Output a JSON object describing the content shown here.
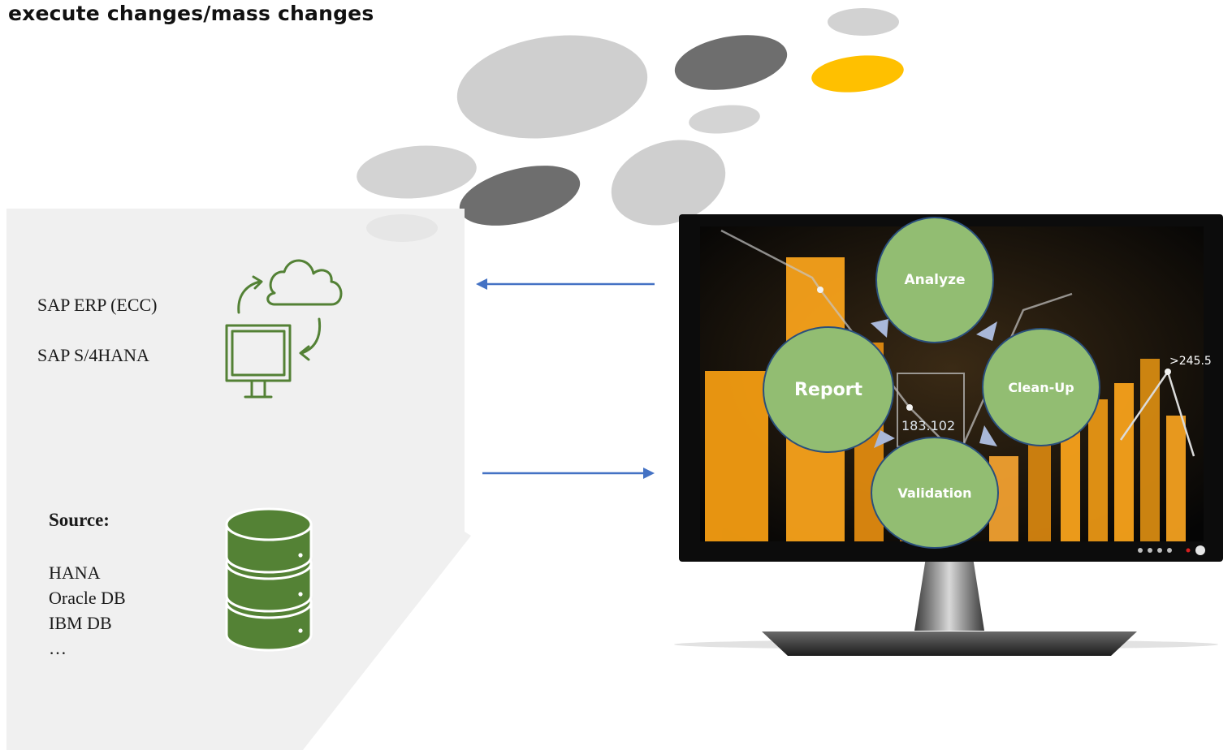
{
  "title": "execute changes/mass changes",
  "systems": {
    "items": [
      "SAP ERP (ECC)",
      "SAP S/4HANA"
    ]
  },
  "source": {
    "heading": "Source:",
    "items": [
      "HANA",
      "Oracle DB",
      "IBM DB",
      "…"
    ]
  },
  "cycle": {
    "steps": [
      "Analyze",
      "Clean-Up",
      "Validation",
      "Report"
    ]
  },
  "monitor": {
    "readouts": [
      "183.102",
      ">245.5"
    ]
  },
  "colors": {
    "icon_green": "#538135",
    "db_green": "#548235",
    "circle_green": "#92bd72",
    "arrow_blue": "#4472c4",
    "accent_yellow": "#ffc000",
    "blob_light": "#cfcfcf",
    "blob_dark": "#6e6e6e",
    "panel_gray": "#f0f0f0"
  },
  "icons": [
    "cloud-sync-icon",
    "database-icon",
    "left-arrow-icon",
    "right-arrow-icon"
  ]
}
